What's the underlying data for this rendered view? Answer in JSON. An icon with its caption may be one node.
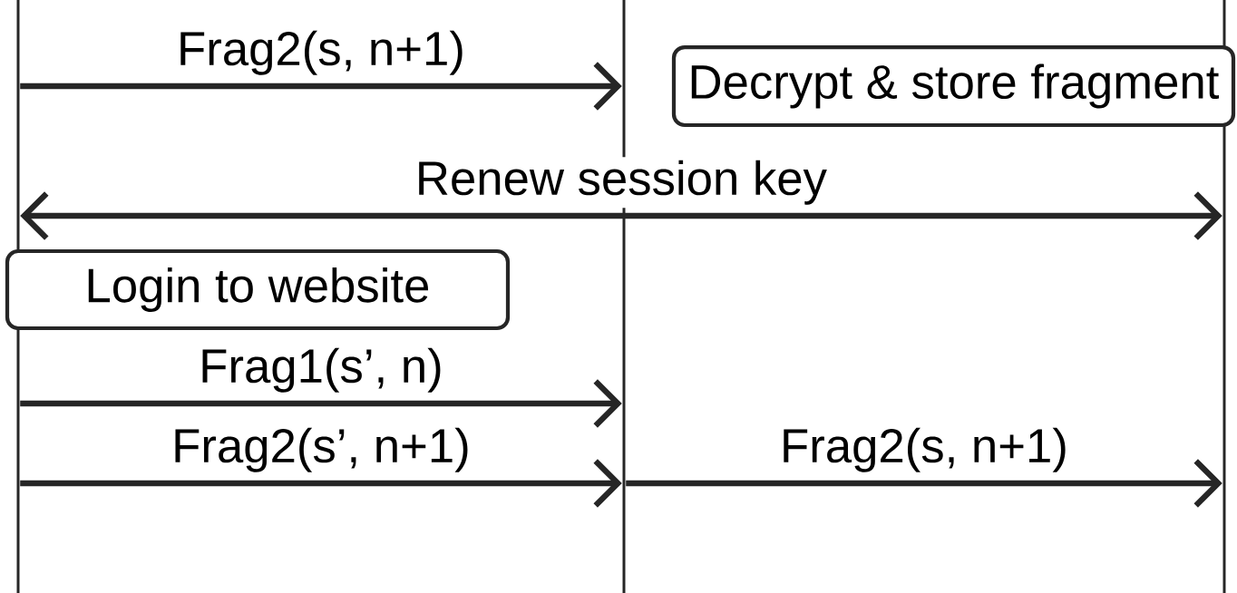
{
  "diagram": {
    "nodes": [
      {
        "text": [],
        "shape": "bar"
      },
      {
        "text": [],
        "shape": "bar"
      },
      {
        "text": [],
        "shape": "bar"
      },
      {
        "text": [
          "Decrypt & store fragment"
        ]
      },
      {
        "text": [
          "Login to website"
        ]
      }
    ],
    "edges": [
      {
        "from": 0,
        "to": 1,
        "arrow": "to",
        "label": "Frag2(s, n+1)"
      },
      {
        "from": 0,
        "to": 2,
        "arrow": "both",
        "label": "Renew session key"
      },
      {
        "from": 0,
        "to": 1,
        "arrow": "to",
        "label": "Frag1(s’, n)"
      },
      {
        "from": 0,
        "to": 1,
        "arrow": "to",
        "label": "Frag2(s’, n+1)"
      },
      {
        "from": 1,
        "to": 2,
        "arrow": "to",
        "label": "Frag2(s, n+1)"
      }
    ]
  }
}
